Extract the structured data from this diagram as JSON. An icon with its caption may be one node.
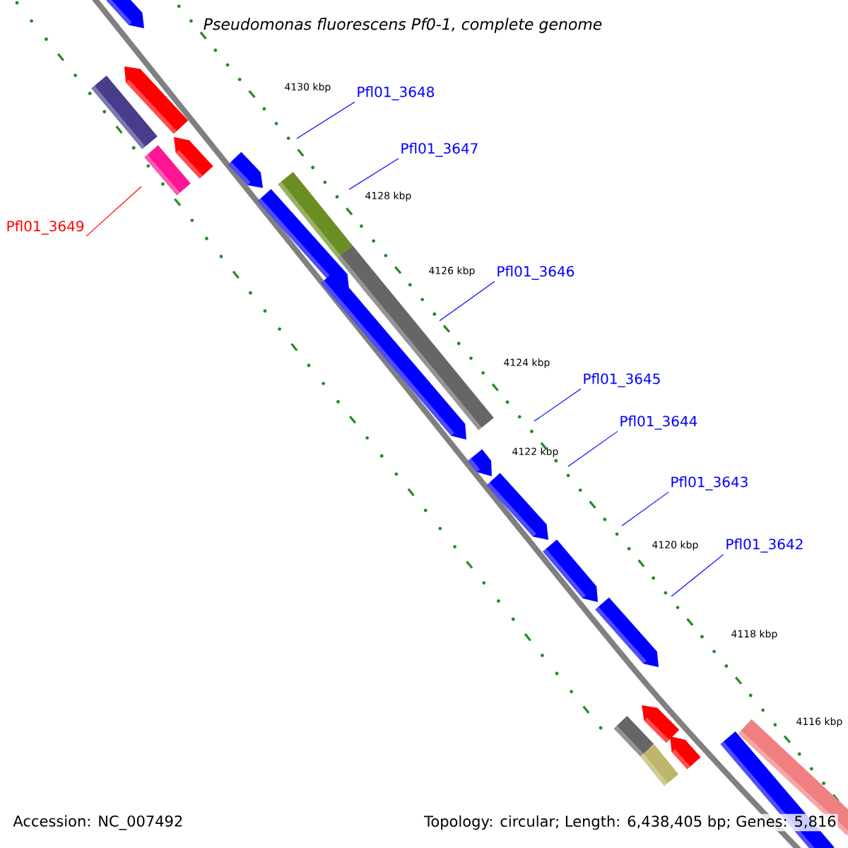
{
  "diagram": {
    "title": "Pseudomonas fluorescens Pf0-1, complete genome",
    "nodes": [
      {
        "text": [
          "Pfl01_3648"
        ]
      },
      {
        "text": [
          "Pfl01_3647"
        ]
      },
      {
        "text": [
          "Pfl01_3646"
        ]
      },
      {
        "text": [
          "Pfl01_3645"
        ]
      },
      {
        "text": [
          "Pfl01_3644"
        ]
      },
      {
        "text": [
          "Pfl01_3643"
        ]
      },
      {
        "text": [
          "Pfl01_3642"
        ]
      },
      {
        "text": [
          "Pfl01_3649"
        ]
      }
    ],
    "edges": [
      {
        "from": 0,
        "to": null,
        "arrow": "none"
      },
      {
        "from": 1,
        "to": null,
        "arrow": "none"
      },
      {
        "from": 2,
        "to": null,
        "arrow": "none"
      },
      {
        "from": 3,
        "to": null,
        "arrow": "none"
      },
      {
        "from": 4,
        "to": null,
        "arrow": "none"
      },
      {
        "from": 5,
        "to": null,
        "arrow": "none"
      },
      {
        "from": 6,
        "to": null,
        "arrow": "none"
      },
      {
        "from": 7,
        "to": null,
        "arrow": "none",
        "color": "#ff0000"
      }
    ],
    "labels": [
      "4130 kbp",
      "4128 kbp",
      "4126 kbp",
      "4124 kbp",
      "4122 kbp",
      "4120 kbp",
      "4118 kbp",
      "4116 kbp",
      "Accession: NC_007492",
      "Topology: circular; Length: 6,438,405 bp; Genes: 5,816"
    ]
  }
}
